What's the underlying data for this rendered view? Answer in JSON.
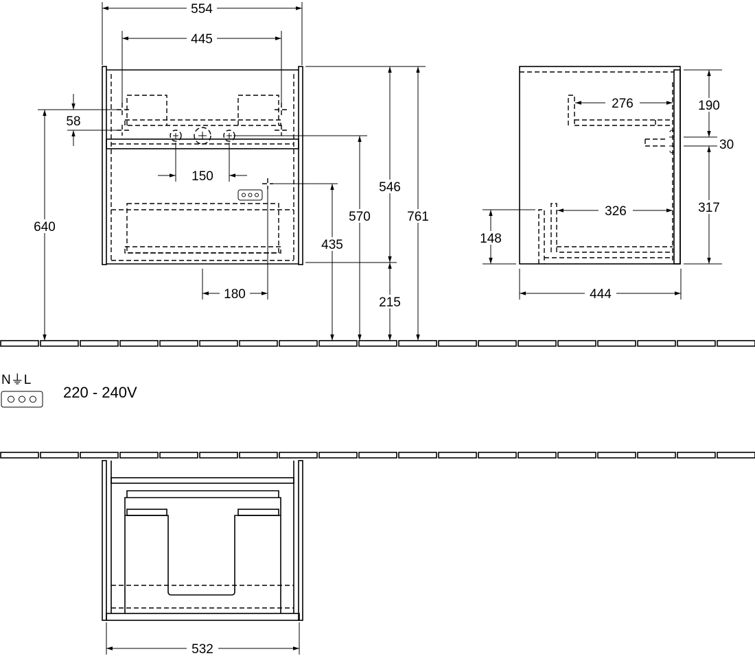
{
  "title": "Vanity unit dimension drawing",
  "front_view": {
    "dims": {
      "width_outer": "554",
      "basin_spacing": "445",
      "top_offset": "58",
      "mount_height": "640",
      "pipe_spacing": "150",
      "socket_height": "435",
      "drain_height": "570",
      "body_height": "546",
      "total_height": "761",
      "floor_clearance": "215",
      "socket_offset": "180"
    }
  },
  "side_view": {
    "dims": {
      "upper_depth": "276",
      "lower_depth": "326",
      "upper_height": "190",
      "gap": "30",
      "lower_height": "317",
      "drawer_low": "148",
      "depth": "444"
    }
  },
  "legend": {
    "socket_symbol": "N⏚L",
    "voltage": "220 - 240V"
  },
  "top_view": {
    "dims": {
      "width_inner": "532"
    }
  },
  "colors": {
    "line": "#000000",
    "background": "#ffffff"
  }
}
